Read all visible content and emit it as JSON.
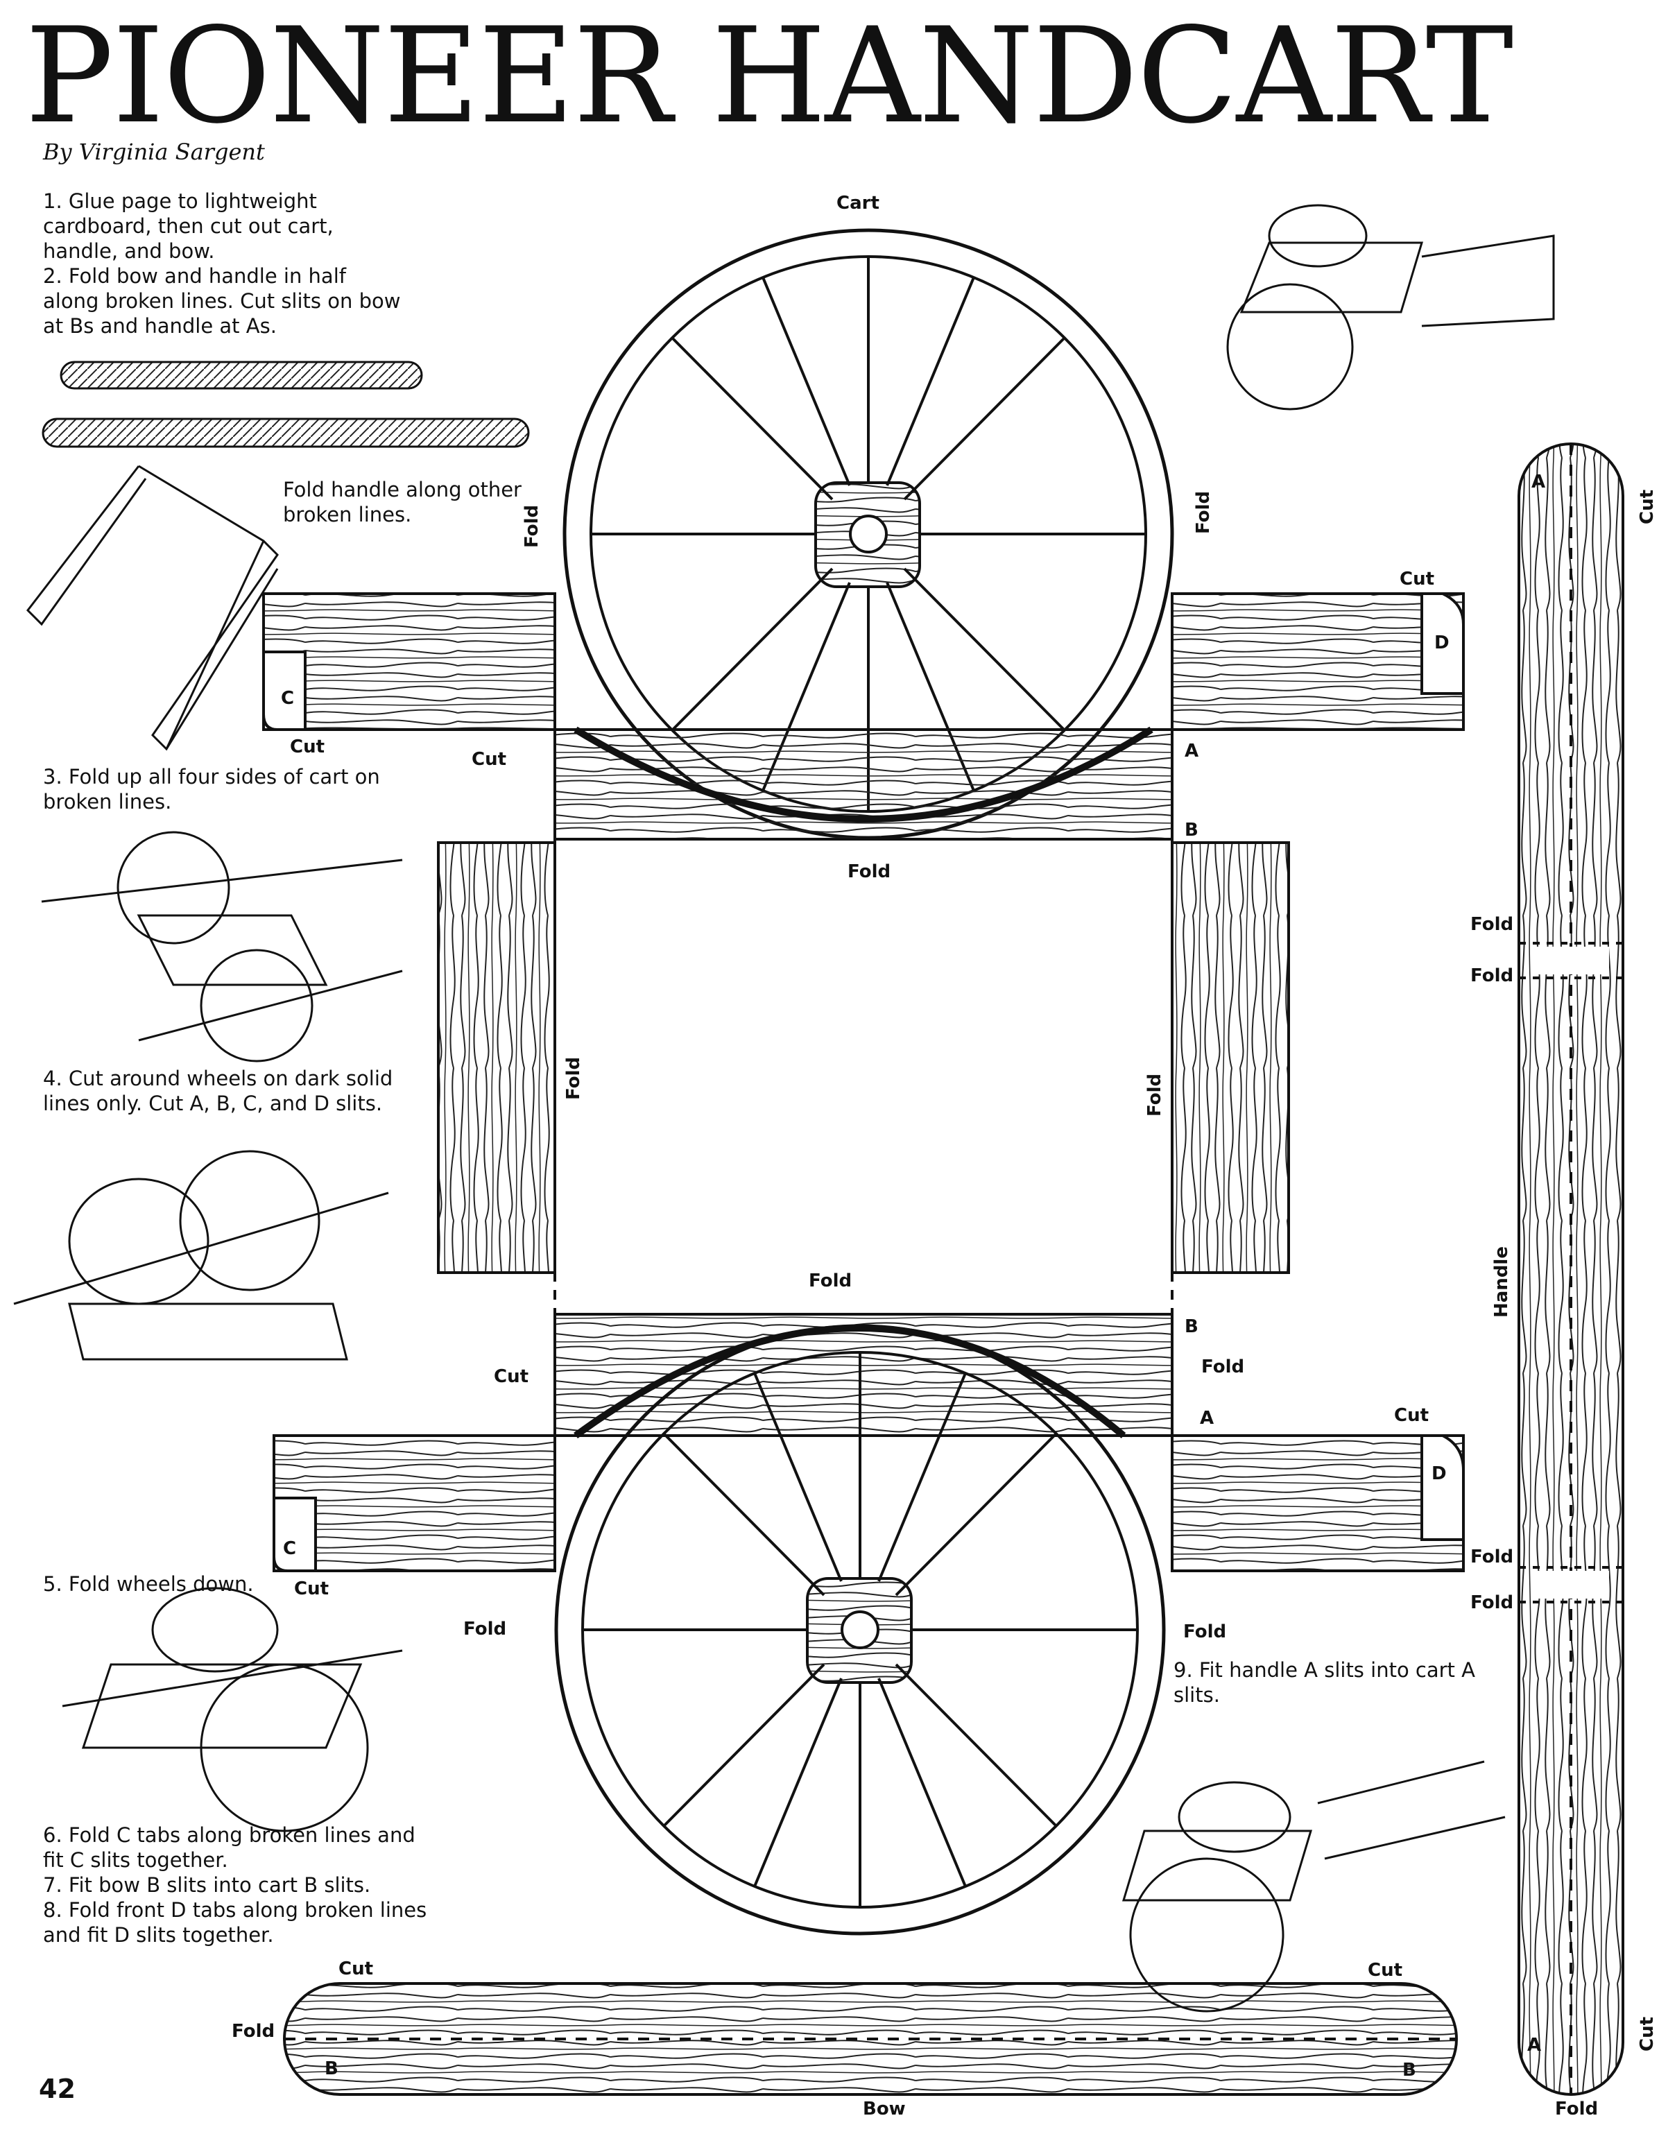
{
  "title": "PIONEER HANDCART",
  "byline": "By Virginia Sargent",
  "page_number": "42",
  "steps": {
    "s1": "1. Glue page to lightweight cardboard, then cut out cart, handle, and bow.",
    "s2": "2. Fold bow and handle in half along broken lines. Cut slits on bow at Bs and handle at As.",
    "s2b": "Fold handle along other broken lines.",
    "s3": "3. Fold up all four sides of cart on broken lines.",
    "s4": "4. Cut around wheels on dark solid lines only. Cut A, B, C, and D slits.",
    "s5": "5. Fold wheels down.",
    "s6": "6. Fold C tabs along broken lines and fit C slits together.",
    "s7": "7. Fit bow B slits into cart B slits.",
    "s8": "8. Fold front D tabs along broken lines and fit D slits together.",
    "s9": "9. Fit handle A slits into cart A slits."
  },
  "labels": {
    "cart": "Cart",
    "handle": "Handle",
    "bow": "Bow",
    "fold": "Fold",
    "cut": "Cut",
    "a": "A",
    "b": "B",
    "c": "C",
    "d": "D"
  }
}
